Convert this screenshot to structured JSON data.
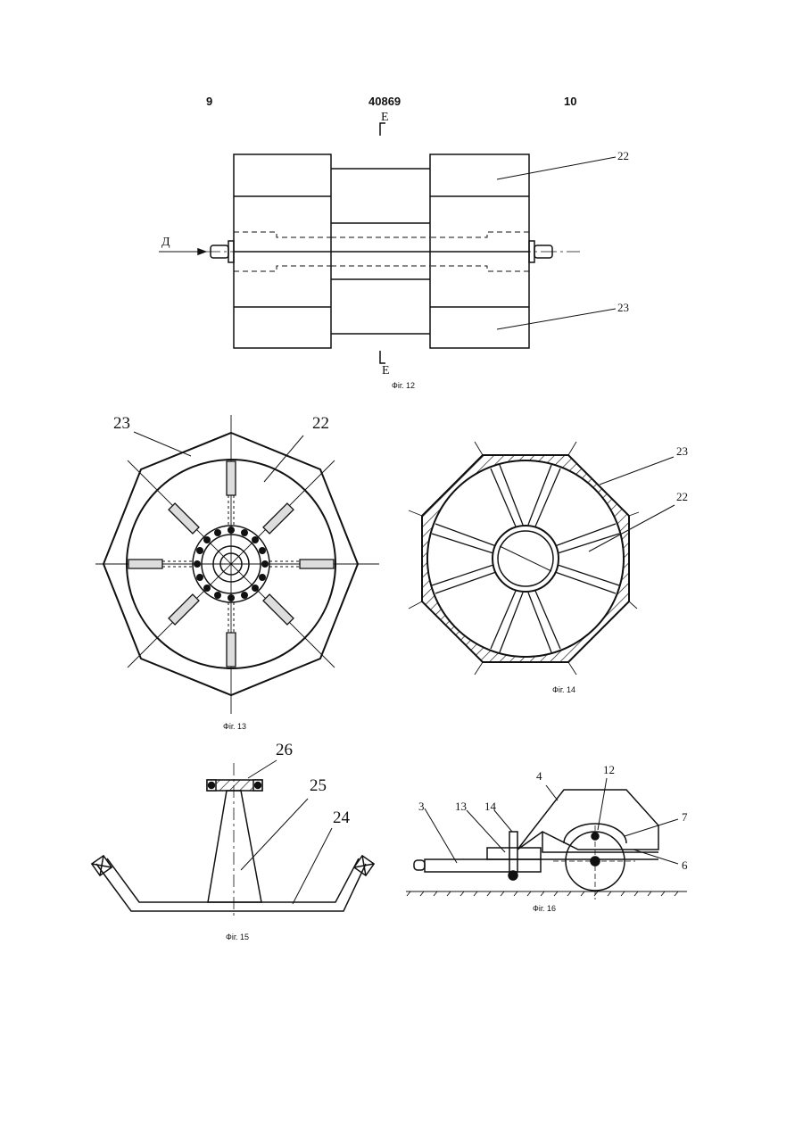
{
  "header": {
    "left_page": "9",
    "patent_number": "40869",
    "right_page": "10"
  },
  "fig12": {
    "caption": "Фіг. 12",
    "section_top": "Е",
    "section_bottom": "Е",
    "arrow_label": "Д",
    "label_22": "22",
    "label_23": "23"
  },
  "fig13": {
    "caption": "Фіг. 13",
    "label_23": "23",
    "label_22": "22"
  },
  "fig14": {
    "caption": "Фіг. 14",
    "label_23": "23",
    "label_22": "22"
  },
  "fig15": {
    "caption": "Фіг. 15",
    "label_26": "26",
    "label_25": "25",
    "label_24": "24"
  },
  "fig16": {
    "caption": "Фіг. 16",
    "label_4": "4",
    "label_12": "12",
    "label_3": "3",
    "label_13": "13",
    "label_14": "14",
    "label_7": "7",
    "label_6": "6"
  }
}
